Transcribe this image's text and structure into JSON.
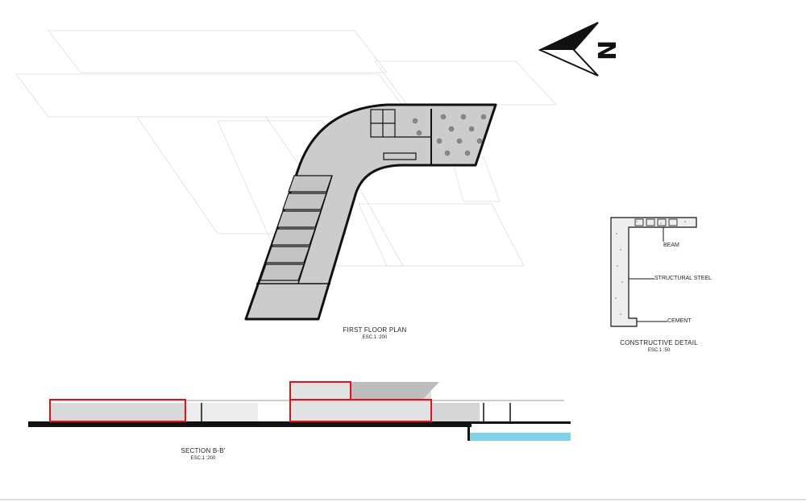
{
  "first_floor_plan": {
    "title": "FIRST FLOOR PLAN",
    "scale": "ESC.1 :200"
  },
  "constructive_detail": {
    "title": "CONSTRUCTIVE DETAIL",
    "scale": "ESC.1 :50",
    "labels": {
      "beam": "BEAM",
      "structural_steel": "STRUCTURAL STEEL",
      "cement": "CEMENT"
    }
  },
  "section": {
    "title": "SECTION B-B'",
    "scale": "ESC.1 :200"
  },
  "north": {
    "letter": "N"
  },
  "colors": {
    "highlight": "#e0121a",
    "water": "#7fd3e6",
    "floor": "#cfcfcf",
    "outline": "#111111"
  }
}
